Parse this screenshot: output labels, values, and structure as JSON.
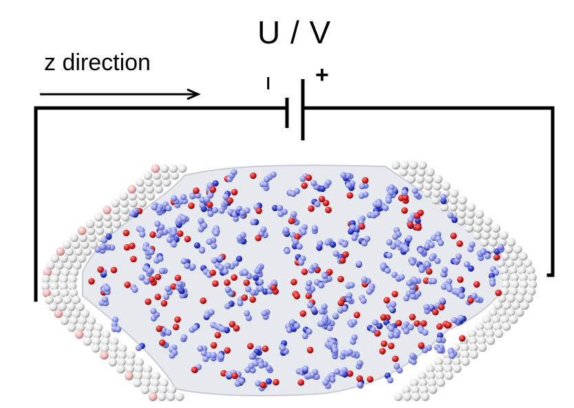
{
  "labels": {
    "voltage": "U / V",
    "direction": "z direction",
    "negative_terminal": "ı",
    "positive_terminal": "+"
  },
  "colors": {
    "wire": "#000000",
    "lipid_head": "#f2f2f2",
    "lipid_head_tint": "#f1b6b6",
    "lipid_shadow": "#9a9a9a",
    "water_volume": "#dfe3ea",
    "cation_atoms": "#8e96e8",
    "cation_core": "#2a34c8",
    "anion_atoms": "#d81b1b"
  },
  "icons": {
    "direction_arrow": "right-arrow-icon",
    "battery": "battery-icon"
  }
}
